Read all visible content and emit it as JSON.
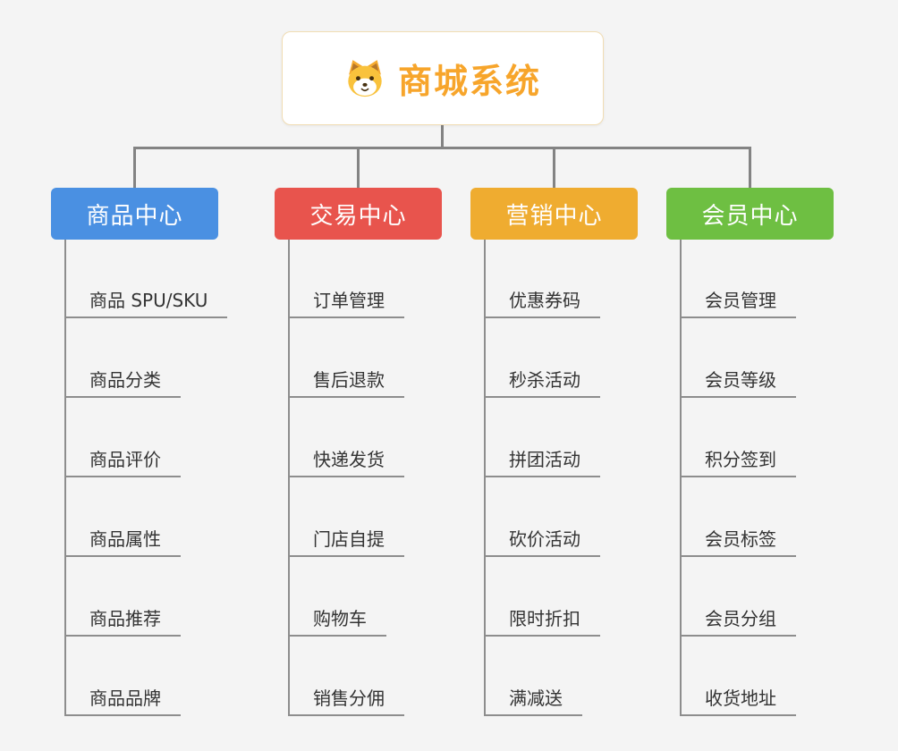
{
  "root": {
    "title": "商城系统",
    "icon": "shiba-dog-icon"
  },
  "branches": [
    {
      "label": "商品中心",
      "color": "#4a90e2",
      "children": [
        "商品 SPU/SKU",
        "商品分类",
        "商品评价",
        "商品属性",
        "商品推荐",
        "商品品牌"
      ]
    },
    {
      "label": "交易中心",
      "color": "#e8544d",
      "children": [
        "订单管理",
        "售后退款",
        "快递发货",
        "门店自提",
        "购物车",
        "销售分佣"
      ]
    },
    {
      "label": "营销中心",
      "color": "#efac30",
      "children": [
        "优惠券码",
        "秒杀活动",
        "拼团活动",
        "砍价活动",
        "限时折扣",
        "满减送"
      ]
    },
    {
      "label": "会员中心",
      "color": "#6ebf42",
      "children": [
        "会员管理",
        "会员等级",
        "积分签到",
        "会员标签",
        "会员分组",
        "收货地址"
      ]
    }
  ],
  "connector_color": "#838383",
  "root_title_color": "#f7a52b"
}
